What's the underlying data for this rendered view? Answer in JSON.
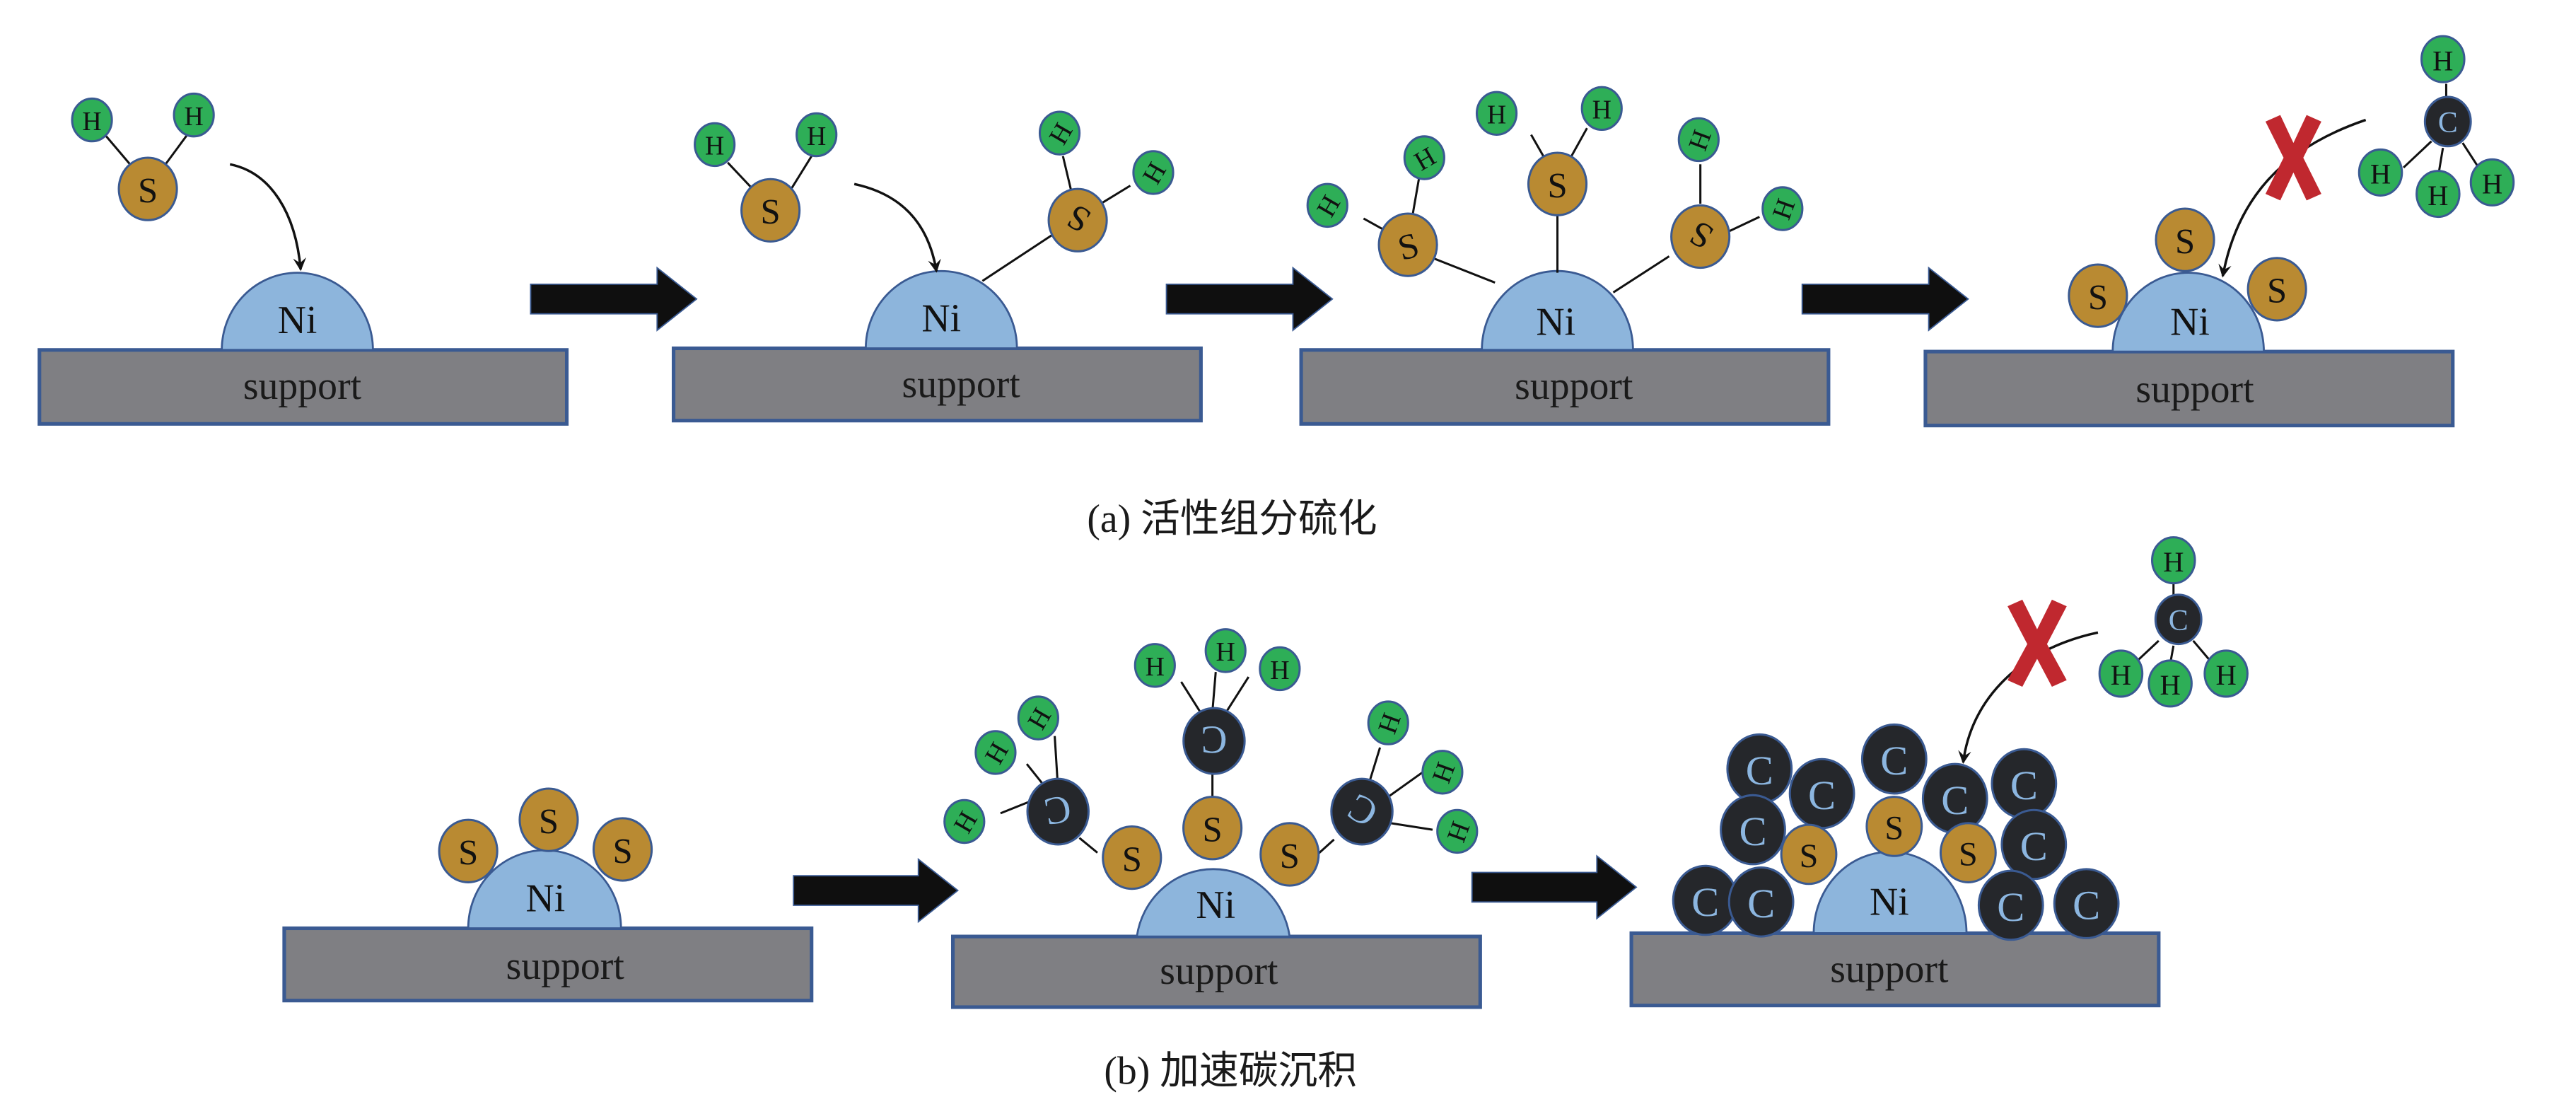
{
  "figure": {
    "panel_a": {
      "caption": "(a) 活性组分硫化",
      "steps": [
        {
          "support_label": "support",
          "metal_label": "Ni",
          "description": "H2S molecule approaching Ni site"
        },
        {
          "support_label": "support",
          "metal_label": "Ni",
          "description": "One H2S adsorbed on Ni, another approaching"
        },
        {
          "support_label": "support",
          "metal_label": "Ni",
          "description": "Three H2S molecules adsorbed on Ni"
        },
        {
          "support_label": "support",
          "metal_label": "Ni",
          "description": "Ni covered by S atoms; CH4 adsorption blocked"
        }
      ]
    },
    "panel_b": {
      "caption": "(b) 加速碳沉积",
      "steps": [
        {
          "support_label": "support",
          "metal_label": "Ni",
          "description": "Ni covered by three S atoms"
        },
        {
          "support_label": "support",
          "metal_label": "Ni",
          "description": "CH3 groups bonded to S atoms"
        },
        {
          "support_label": "support",
          "metal_label": "Ni",
          "description": "Carbon deposits surround sulfided Ni; CH4 adsorption blocked"
        }
      ]
    },
    "atom_labels": {
      "hydrogen": "H",
      "sulfur": "S",
      "carbon": "C",
      "nickel": "Ni"
    },
    "colors": {
      "hydrogen_fill": "#2eae57",
      "sulfur_fill": "#b98a32",
      "carbon_fill": "#25272b",
      "carbon_text": "#8cb6e0",
      "nickel_fill": "#8db5dc",
      "support_fill": "#7f7f83",
      "outline": "#3a5a92",
      "block_mark": "#c0282f",
      "arrow": "#0f0f0f"
    }
  }
}
